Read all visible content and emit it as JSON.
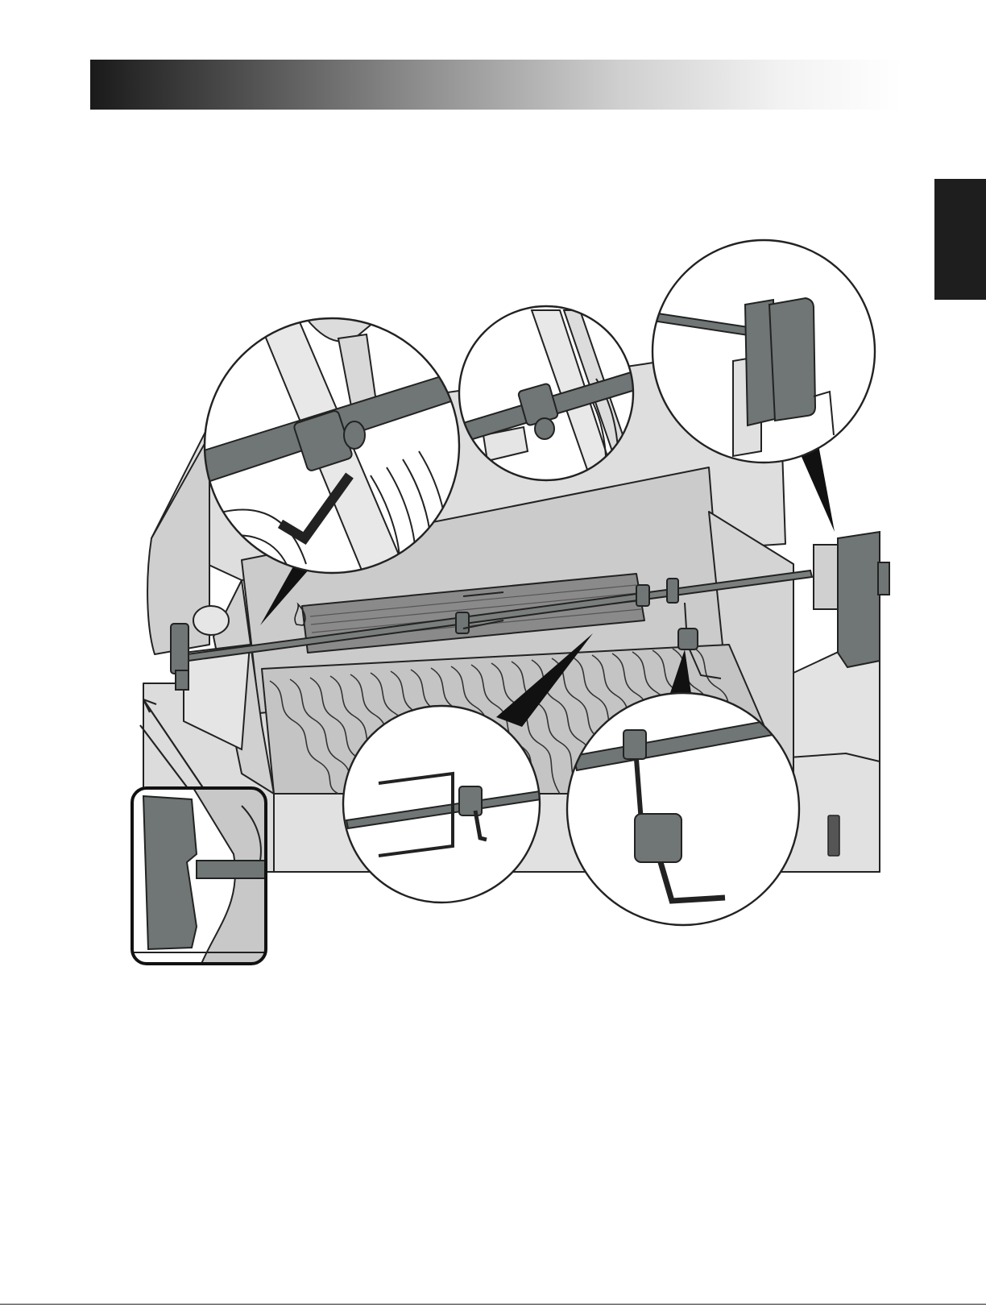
{
  "colors": {
    "header_gradient_start": "#1a1a1a",
    "side_tab": "#1e1e1e",
    "grill_body": "#d9d9d9",
    "grill_dark": "#6b6b6b",
    "rotisserie_part": "#6f7675",
    "line": "#222222"
  },
  "icons": {
    "check": "check-mark-icon",
    "arrow": "arrow-up-icon",
    "flame": "flame-icon"
  },
  "callouts": [
    "spit-rod-bushing-correct",
    "spit-rod-bushing-wrong",
    "motor-bracket",
    "spit-forks",
    "counterbalance",
    "handle-inset"
  ]
}
